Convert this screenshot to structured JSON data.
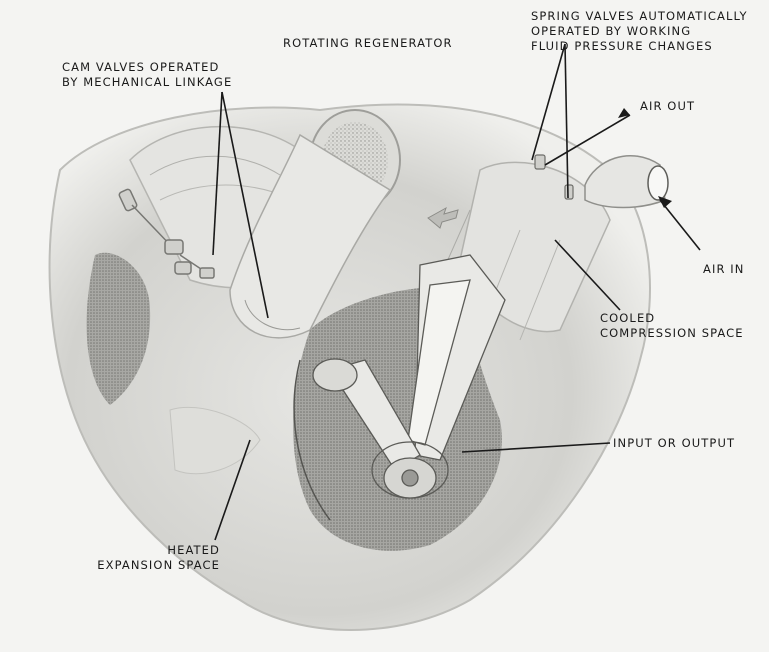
{
  "labels": {
    "cam_valves": [
      "CAM VALVES OPERATED",
      "BY MECHANICAL LINKAGE"
    ],
    "rotating_regenerator": "ROTATING REGENERATOR",
    "spring_valves": [
      "SPRING VALVES AUTOMATICALLY",
      "OPERATED BY WORKING",
      "FLUID PRESSURE CHANGES"
    ],
    "air_out": "AIR OUT",
    "air_in": "AIR IN",
    "cooled_compression": [
      "COOLED",
      "COMPRESSION SPACE"
    ],
    "input_output": "INPUT OR OUTPUT",
    "heated_expansion": [
      "HEATED",
      "EXPANSION SPACE"
    ]
  },
  "colors": {
    "paper": "#f4f4f2",
    "ink": "#1a1a1a",
    "shade": "#c9c9c6",
    "mid": "#a8a8a4",
    "dark": "#7e7e7a"
  }
}
